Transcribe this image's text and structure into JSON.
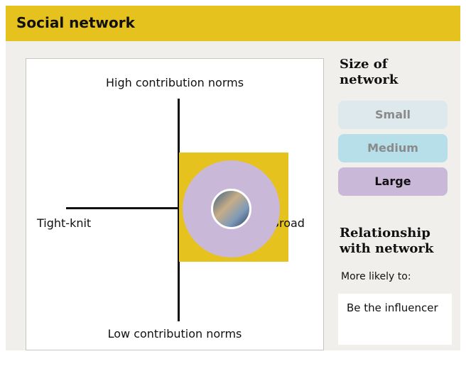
{
  "header": {
    "title": "Social network"
  },
  "quadrant": {
    "top_label": "High contribution norms",
    "bottom_label": "Low contribution norms",
    "left_label": "Tight-knit",
    "right_label": "Broad"
  },
  "sidebar": {
    "size_heading": "Size of network",
    "size_options": [
      {
        "label": "Small",
        "selected": false
      },
      {
        "label": "Medium",
        "selected": false
      },
      {
        "label": "Large",
        "selected": true
      }
    ],
    "relationship_heading": "Relationship with network",
    "more_likely_label": "More likely to:",
    "result_text": "Be the influencer"
  },
  "colors": {
    "accent_yellow": "#e6c21e",
    "large_purple": "#c9b8d8",
    "medium_blue": "#b7dfea",
    "small_blue": "#dde9ed",
    "panel_bg": "#f0efec"
  }
}
